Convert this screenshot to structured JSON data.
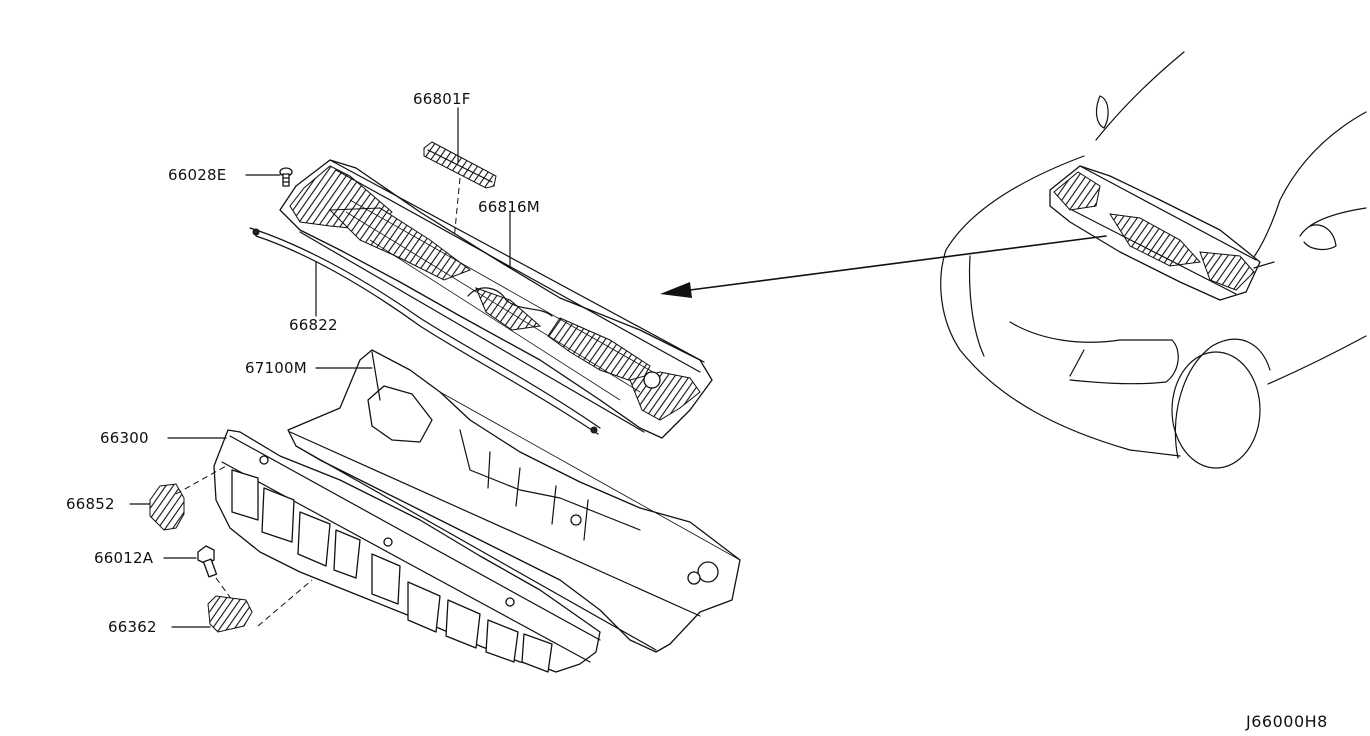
{
  "labels": {
    "p66801F": "66801F",
    "p66028E": "66028E",
    "p66816M": "66816M",
    "p66822": "66822",
    "p67100M": "67100M",
    "p66300": "66300",
    "p66852": "66852",
    "p66012A": "66012A",
    "p66362": "66362"
  },
  "diagram_code": "J66000H8"
}
